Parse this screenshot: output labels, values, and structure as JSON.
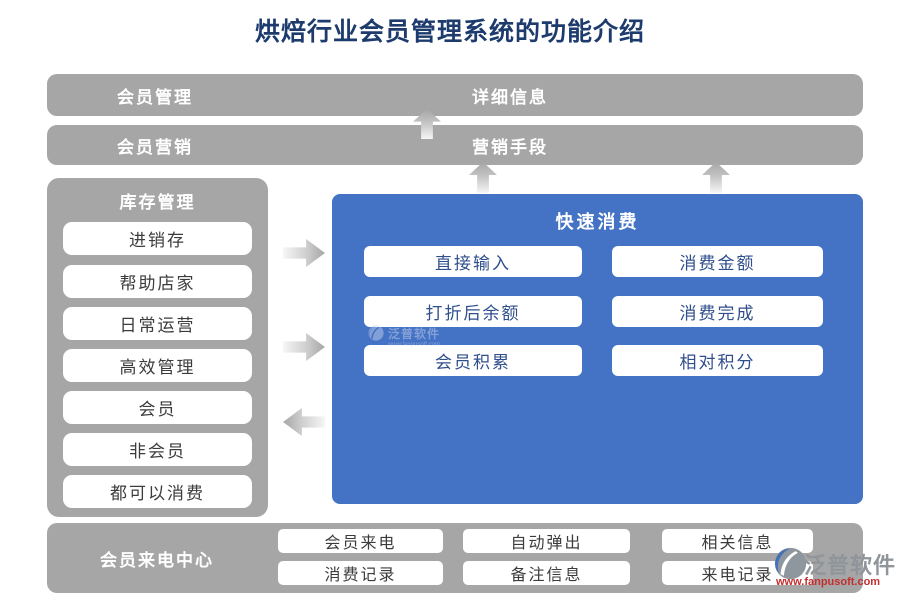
{
  "page_title": "烘焙行业会员管理系统的功能介绍",
  "top_bars": [
    {
      "left": "会员管理",
      "right": "详细信息"
    },
    {
      "left": "会员营销",
      "right": "营销手段"
    }
  ],
  "sidebar": {
    "title": "库存管理",
    "items": [
      "进销存",
      "帮助店家",
      "日常运营",
      "高效管理",
      "会员",
      "非会员",
      "都可以消费"
    ]
  },
  "panel": {
    "title": "快速消费",
    "rows": [
      [
        "直接输入",
        "消费金额"
      ],
      [
        "打折后余额",
        "消费完成"
      ],
      [
        "会员积累",
        "相对积分"
      ]
    ]
  },
  "bottom_bar": {
    "label": "会员来电中心",
    "rows": [
      [
        "会员来电",
        "自动弹出",
        "相关信息"
      ],
      [
        "消费记录",
        "备注信息",
        "来电记录"
      ]
    ]
  },
  "watermark": {
    "name": "泛普软件",
    "sub": "www.fanpusoft.com"
  },
  "logo": {
    "name": "泛普软件",
    "url": "www.fanpusoft.com"
  },
  "icons": {
    "arrow_up": "▲",
    "arrow_right": "→",
    "arrow_left": "←",
    "fanpu_logo": "circle-with-swoosh"
  },
  "colors": {
    "bar_gray": "#A6A6A6",
    "panel_blue": "#4472C4",
    "title_navy": "#1E3B6E",
    "button_text_dark": "#3C3C3C",
    "panel_button_text": "#2F4E8C",
    "logo_gray": "#8F959B",
    "logo_url_red": "#C23030",
    "arrow_gray": "#A6A6A6"
  }
}
